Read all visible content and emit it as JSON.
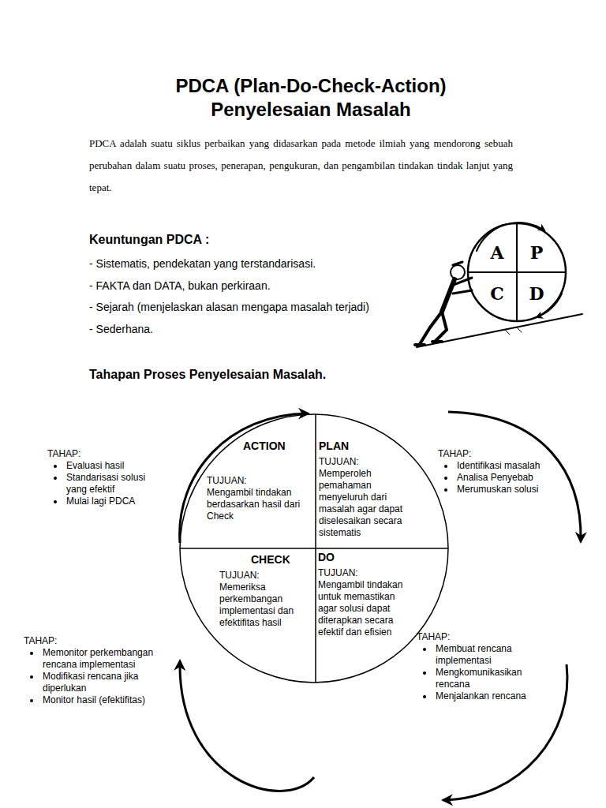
{
  "diagram": {
    "title": "PDCA (Plan-Do-Check-Action) Penyelesaian Masalah",
    "nodes": [
      {
        "text": [
          "ACTION",
          "TUJUAN:",
          "Mengambil tindakan berdasarkan hasil dari Check"
        ]
      },
      {
        "text": [
          "PLAN",
          "TUJUAN:",
          "Memperoleh pemahaman menyeluruh dari masalah agar dapat diselesaikan secara sistematis"
        ]
      },
      {
        "text": [
          "CHECK",
          "TUJUAN:",
          "Memeriksa perkembangan implementasi dan efektifitas hasil"
        ]
      },
      {
        "text": [
          "DO",
          "TUJUAN:",
          "Mengambil tindakan untuk memastikan agar solusi dapat diterapkan secara efektif dan efisien"
        ]
      }
    ],
    "labels": [
      "PDCA  adalah suatu siklus perbaikan yang didasarkan pada metode ilmiah yang mendorong sebuah perubahan dalam suatu proses, penerapan, pengukuran, dan pengambilan tindakan tindak lanjut yang tepat.",
      "Keuntungan PDCA :",
      "- Sistematis, pendekatan yang terstandarisasi.",
      "- FAKTA dan DATA, bukan perkiraan.",
      "- Sejarah (menjelaskan alasan mengapa masalah terjadi)",
      "- Sederhana.",
      "A",
      "P",
      "C",
      "D",
      "Tahapan Proses Penyelesaian Masalah.",
      "TAHAP:",
      "Evaluasi hasil",
      "Standarisasi solusi yang efektif",
      "Mulai lagi PDCA",
      "TAHAP:",
      "Identifikasi masalah",
      "Analisa Penyebab",
      "Merumuskan solusi",
      "TAHAP:",
      "Memonitor perkembangan rencana implementasi",
      "Modifikasi rencana jika diperlukan",
      "Monitor hasil (efektifitas)",
      "TAHAP:",
      "Membuat rencana implementasi",
      "Mengkomunikasikan rencana",
      "Menjalankan rencana"
    ]
  }
}
